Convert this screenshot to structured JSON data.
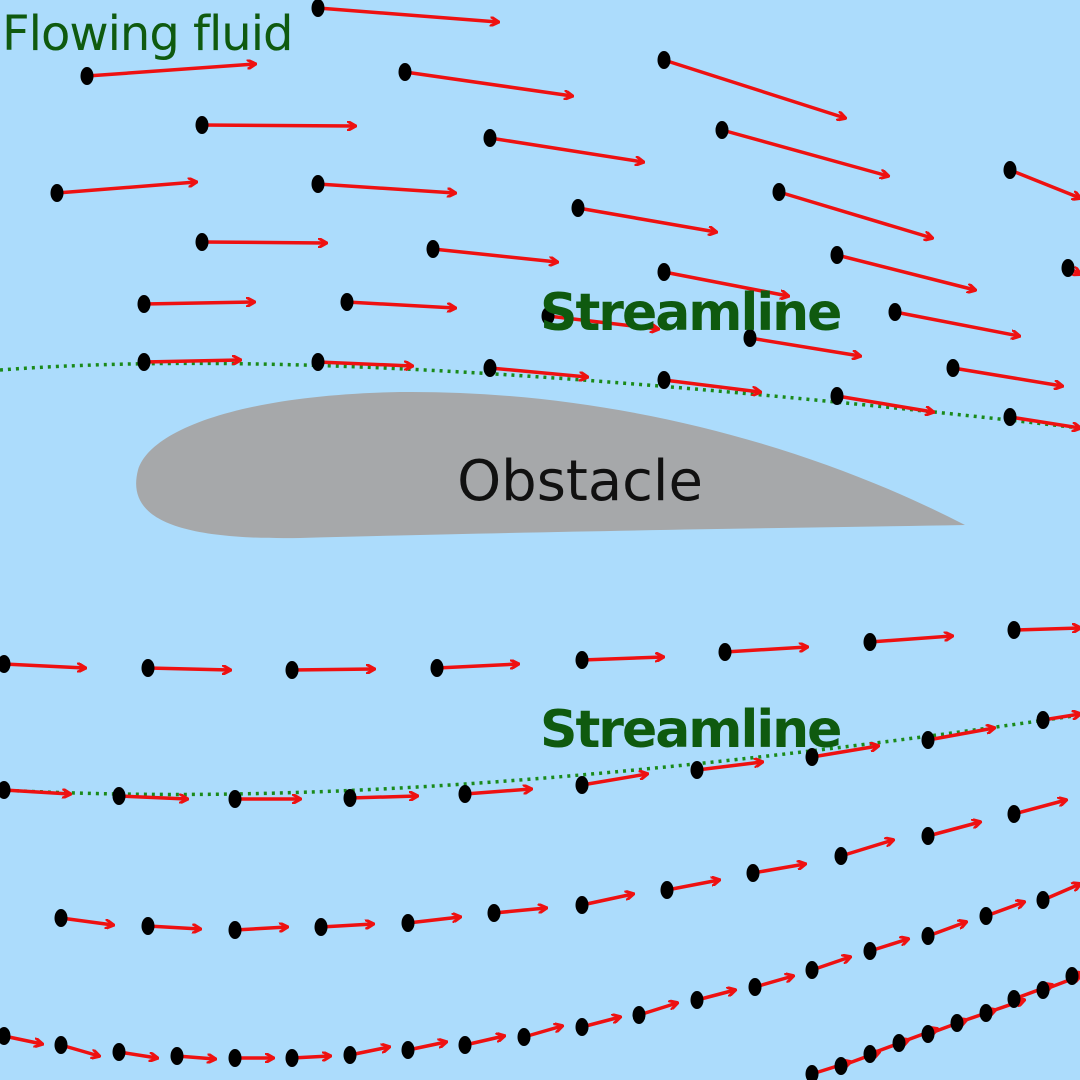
{
  "title": "Flowing fluid",
  "labels": {
    "streamline_upper": "Streamline",
    "streamline_lower": "Streamline",
    "obstacle": "Obstacle"
  },
  "colors": {
    "fluid": "#acdcfc",
    "arrow": "#ee1111",
    "particle": "#000000",
    "streamline": "#1a8a1a",
    "obstacle": "#a6a8aa",
    "label": "#0f5a0f"
  },
  "icons": {
    "particle": "particle-dot-icon",
    "velocity": "velocity-arrow-icon"
  }
}
